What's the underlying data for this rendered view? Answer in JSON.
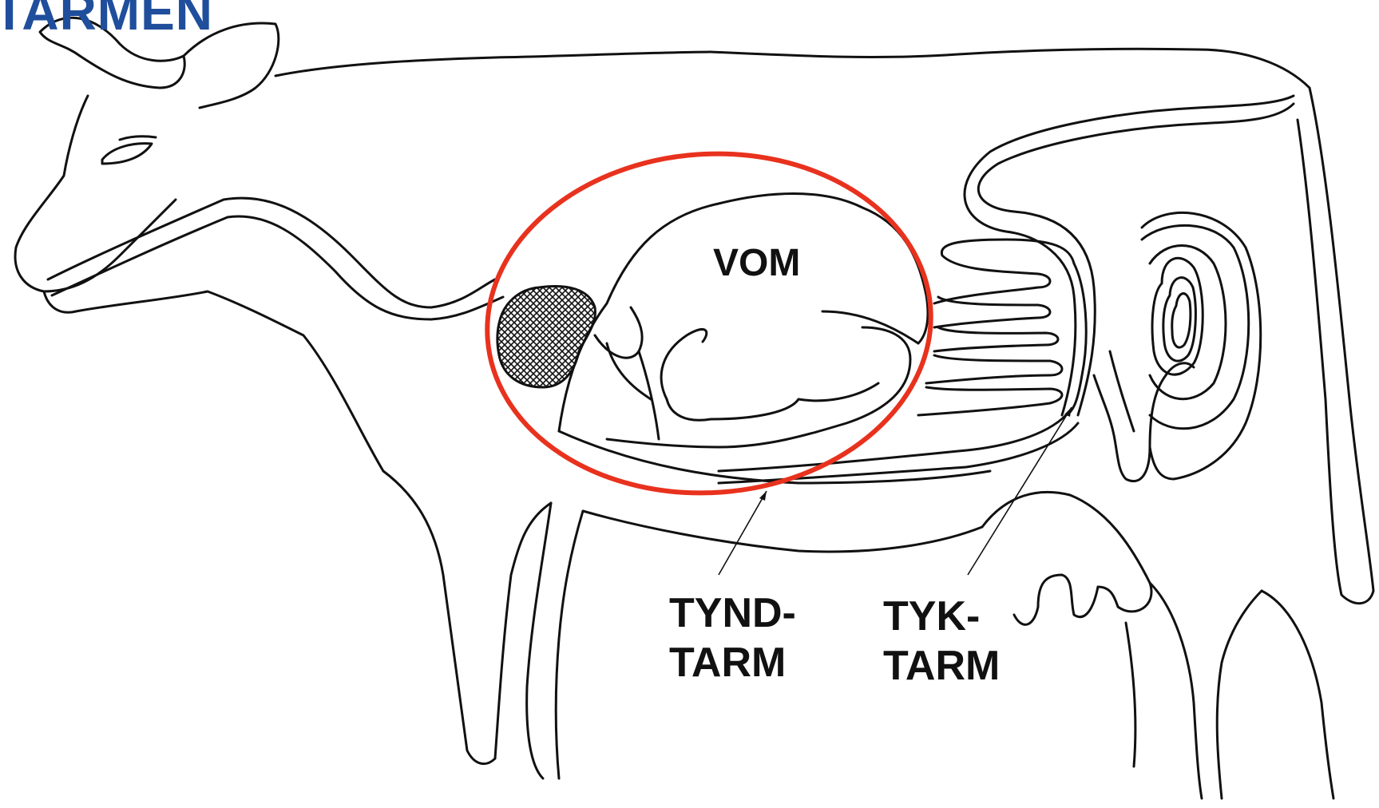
{
  "title": "TARMEN",
  "labels": {
    "vom": "VOM",
    "tyndtarm_line1": "TYND-",
    "tyndtarm_line2": "TARM",
    "tyktarm_line1": "TYK-",
    "tyktarm_line2": "TARM"
  },
  "colors": {
    "title": "#1f4e9c",
    "highlight_circle": "#e8321e",
    "outline": "#111111"
  }
}
